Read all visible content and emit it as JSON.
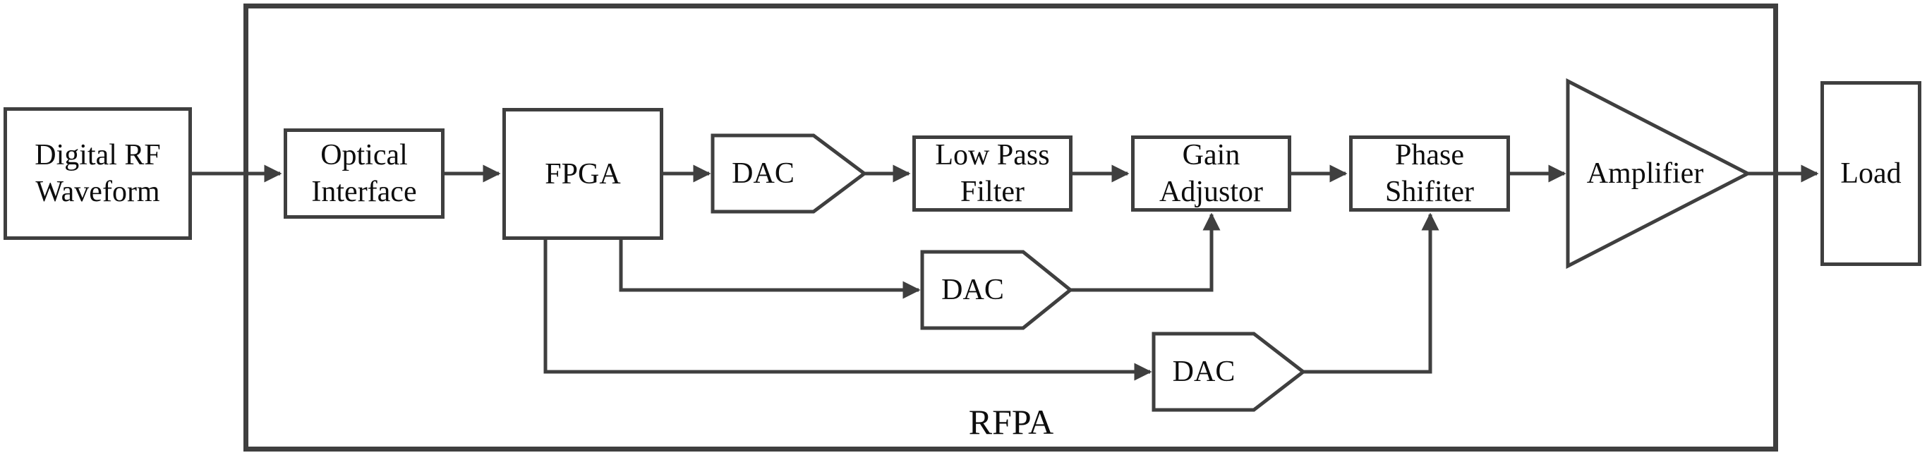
{
  "container": {
    "label": "RFPA"
  },
  "nodes": {
    "digital_rf_waveform": {
      "label": "Digital RF Waveform"
    },
    "optical_interface": {
      "label": "Optical Interface"
    },
    "fpga": {
      "label": "FPGA"
    },
    "dac_main": {
      "label": "DAC"
    },
    "low_pass_filter": {
      "label": "Low Pass Filter"
    },
    "gain_adjustor": {
      "label": "Gain Adjustor"
    },
    "phase_shifter": {
      "label": "Phase Shifiter"
    },
    "dac_gain_branch": {
      "label": "DAC"
    },
    "dac_phase_branch": {
      "label": "DAC"
    },
    "amplifier": {
      "label": "Amplifier"
    },
    "load": {
      "label": "Load"
    }
  },
  "connections": [
    {
      "from": "Digital RF Waveform",
      "to": "Optical Interface"
    },
    {
      "from": "Optical Interface",
      "to": "FPGA"
    },
    {
      "from": "FPGA",
      "to": "DAC (main)"
    },
    {
      "from": "DAC (main)",
      "to": "Low Pass Filter"
    },
    {
      "from": "Low Pass Filter",
      "to": "Gain Adjustor"
    },
    {
      "from": "Gain Adjustor",
      "to": "Phase Shifiter"
    },
    {
      "from": "Phase Shifiter",
      "to": "Amplifier"
    },
    {
      "from": "Amplifier",
      "to": "Load"
    },
    {
      "from": "FPGA",
      "to": "DAC (gain branch)"
    },
    {
      "from": "DAC (gain branch)",
      "to": "Gain Adjustor"
    },
    {
      "from": "FPGA",
      "to": "DAC (phase branch)"
    },
    {
      "from": "DAC (phase branch)",
      "to": "Phase Shifiter"
    }
  ],
  "colors": {
    "stroke": "#3f3f3f",
    "text": "#0d0d0d",
    "background": "#ffffff"
  }
}
